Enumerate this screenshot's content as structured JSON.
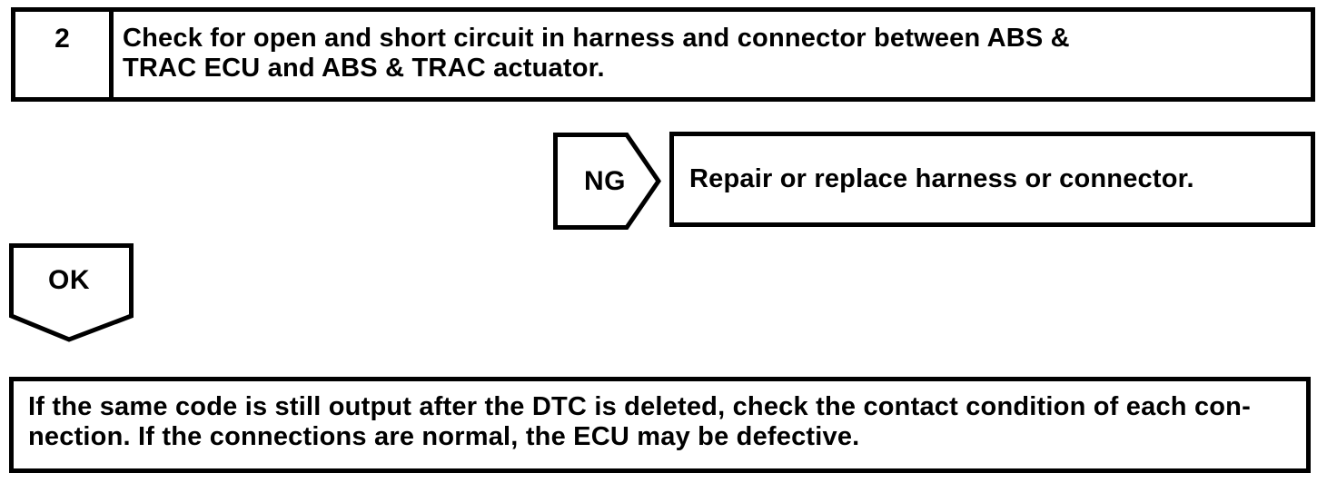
{
  "document": {
    "background": "#ffffff",
    "ink": "#000000"
  },
  "flowchart": {
    "step_box": {
      "number": "2",
      "instruction_lines": [
        "Check for open and short circuit in harness and connector between ABS &",
        "TRAC ECU and ABS & TRAC actuator."
      ]
    },
    "ng_branch": {
      "label": "NG",
      "action": "Repair or replace harness or connector."
    },
    "ok_branch": {
      "label": "OK"
    },
    "result_box": {
      "lines": [
        "If the same code is still output after the DTC is deleted, check the contact condition of each con-",
        "nection. If the connections are normal, the ECU may be defective."
      ]
    }
  }
}
